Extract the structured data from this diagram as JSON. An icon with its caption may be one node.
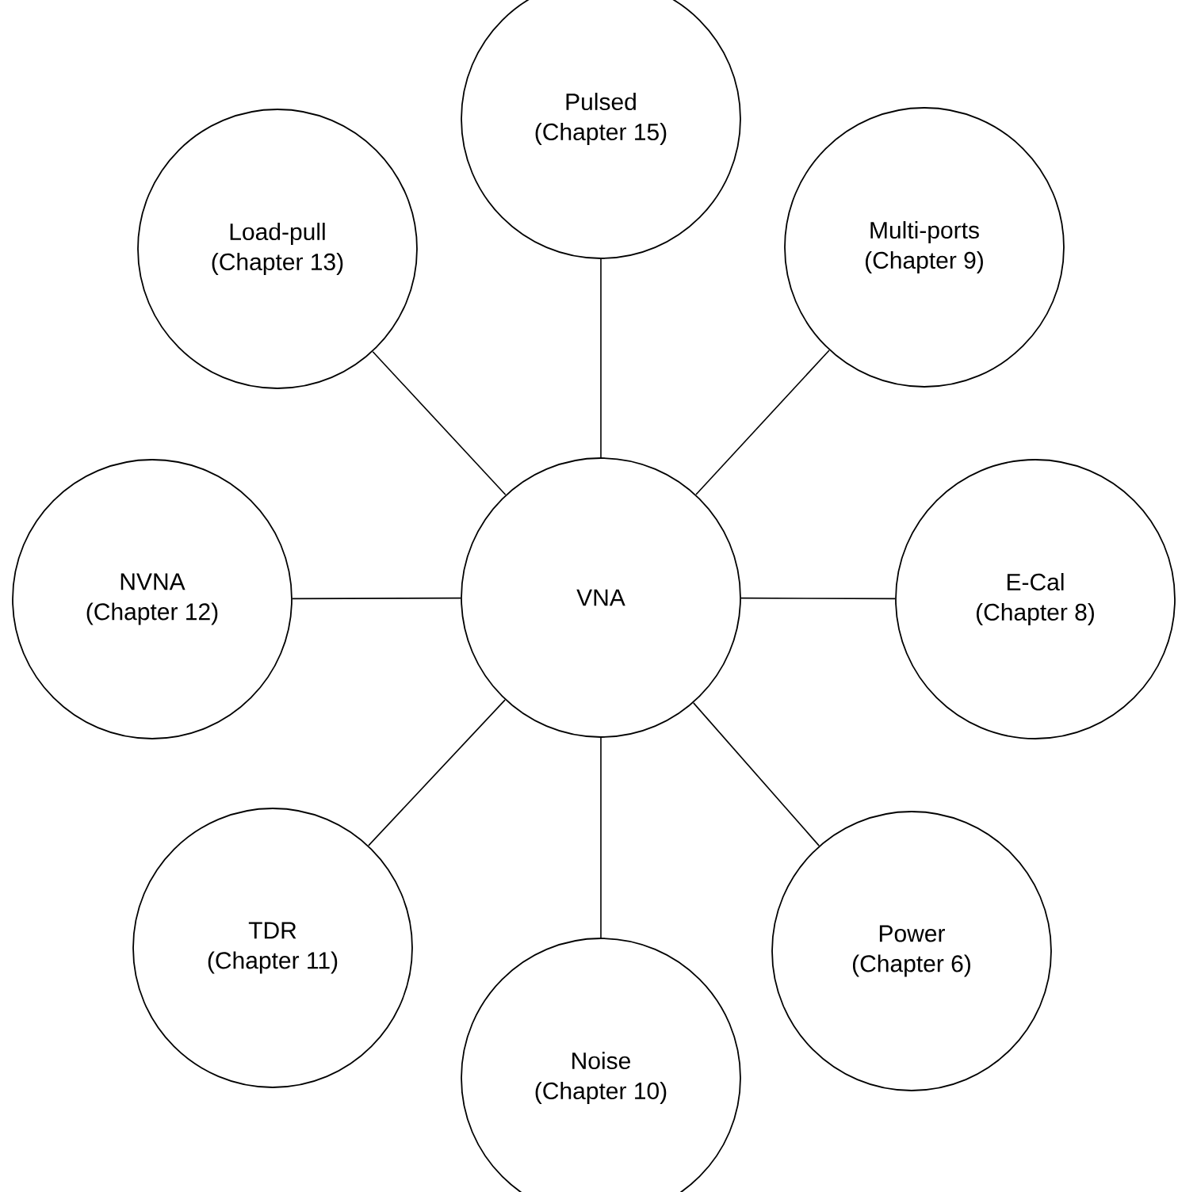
{
  "diagram": {
    "nodes": [
      {
        "text": [
          "VNA"
        ]
      },
      {
        "text": [
          "Pulsed",
          "(Chapter 15)"
        ]
      },
      {
        "text": [
          "Multi-ports",
          "(Chapter 9)"
        ]
      },
      {
        "text": [
          "E-Cal",
          "(Chapter 8)"
        ]
      },
      {
        "text": [
          "Power",
          "(Chapter 6)"
        ]
      },
      {
        "text": [
          "Noise",
          "(Chapter 10)"
        ]
      },
      {
        "text": [
          "TDR",
          "(Chapter 11)"
        ]
      },
      {
        "text": [
          "NVNA",
          "(Chapter 12)"
        ]
      },
      {
        "text": [
          "Load-pull",
          "(Chapter 13)"
        ]
      }
    ],
    "edges": [
      {
        "from": 0,
        "to": 1,
        "arrow": "none"
      },
      {
        "from": 0,
        "to": 2,
        "arrow": "none"
      },
      {
        "from": 0,
        "to": 3,
        "arrow": "none"
      },
      {
        "from": 0,
        "to": 4,
        "arrow": "none"
      },
      {
        "from": 0,
        "to": 5,
        "arrow": "none"
      },
      {
        "from": 0,
        "to": 6,
        "arrow": "none"
      },
      {
        "from": 0,
        "to": 7,
        "arrow": "none"
      },
      {
        "from": 0,
        "to": 8,
        "arrow": "none"
      }
    ]
  }
}
